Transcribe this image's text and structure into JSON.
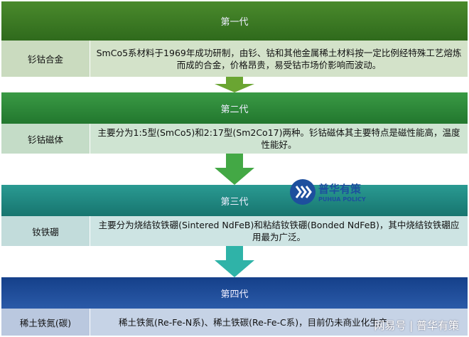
{
  "generations": [
    {
      "title": "第一代",
      "label": "钐钴合金",
      "text": "SmCo5系材料于1969年成功研制，由钐、钴和其他金属稀土材料按一定比例经特殊工艺熔炼而成的合金，价格昂贵，易受钴市场价影响而波动。",
      "color": "#3f7a25"
    },
    {
      "title": "第二代",
      "label": "钐钴磁体",
      "text": "主要分为1:5型(SmCo5)和2:17型(Sm2Co17)两种。钐钴磁体其主要特点是磁性能高，温度性能好。",
      "color": "#2e8a3a"
    },
    {
      "title": "第三代",
      "label": "钕铁硼",
      "text": "主要分为烧结钕铁硼(Sintered NdFeB)和粘结钕铁硼(Bonded NdFeB)，其中烧结钕铁硼应用最为广泛。",
      "color": "#1e8a84"
    },
    {
      "title": "第四代",
      "label": "稀土铁氮(碳)",
      "text": "稀土铁氮(Re-Fe-N系)、稀土铁碳(Re-Fe-C系)，目前仍未商业化生产。",
      "color": "#1f4e98"
    }
  ],
  "logo": {
    "cn": "普华有策",
    "en": "PUHUA POLICY"
  },
  "watermark": "网易号 | 普华有策"
}
